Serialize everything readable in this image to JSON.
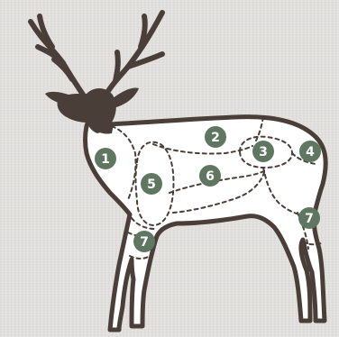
{
  "colors": {
    "background": "#e4e2df",
    "outline": "#4a3e38",
    "body_fill": "#ffffff",
    "badge_fill": "#5f7761",
    "badge_text": "#ffffff"
  },
  "cuts": [
    {
      "id": "1",
      "label": "1"
    },
    {
      "id": "2",
      "label": "2"
    },
    {
      "id": "3",
      "label": "3"
    },
    {
      "id": "4",
      "label": "4"
    },
    {
      "id": "5",
      "label": "5"
    },
    {
      "id": "6",
      "label": "6"
    },
    {
      "id": "7a",
      "label": "7"
    },
    {
      "id": "7b",
      "label": "7"
    }
  ]
}
